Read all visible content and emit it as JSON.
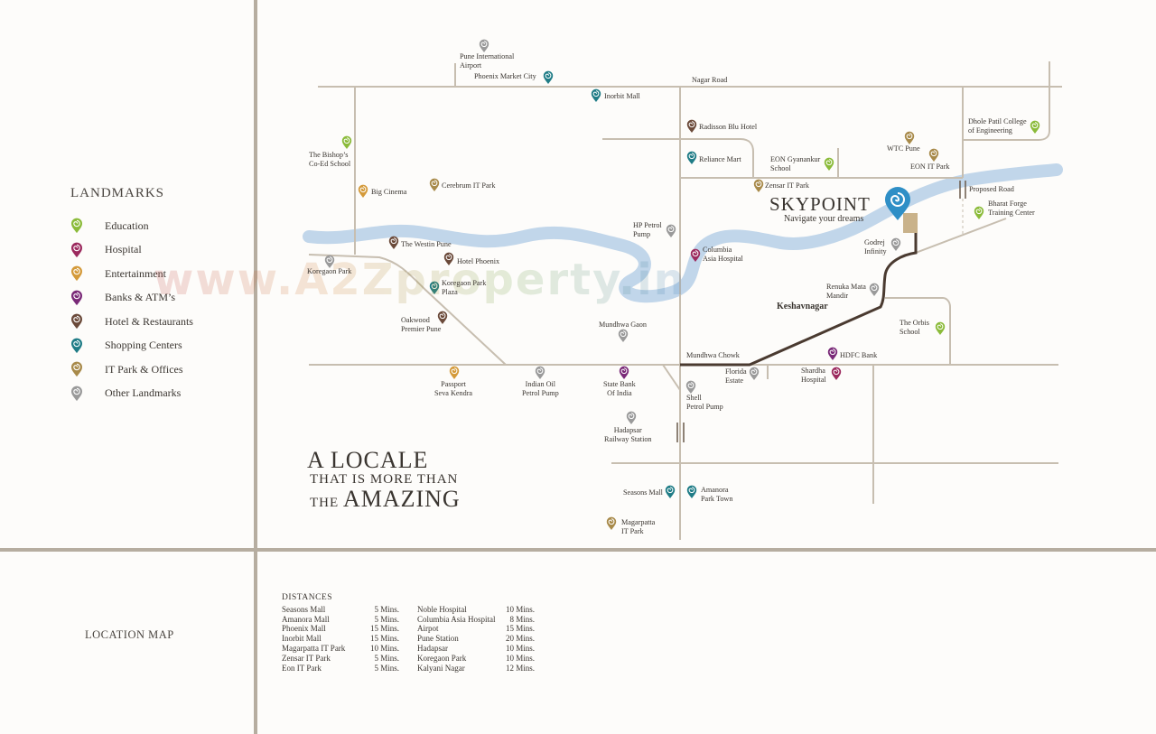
{
  "colors": {
    "education": "#8bbb3a",
    "hospital": "#9c2a5e",
    "entertainment": "#d49a3a",
    "banks": "#7a2a78",
    "hotel": "#6b4a3a",
    "shopping": "#1f7c86",
    "itpark": "#a88a4a",
    "other": "#9a9a9a",
    "road": "#c7beb0",
    "river": "#8fb6dd",
    "route": "#4a3a30"
  },
  "legend": {
    "title": "LANDMARKS",
    "items": [
      {
        "key": "education",
        "label": "Education"
      },
      {
        "key": "hospital",
        "label": "Hospital"
      },
      {
        "key": "entertainment",
        "label": "Entertainment"
      },
      {
        "key": "banks",
        "label": "Banks & ATM’s"
      },
      {
        "key": "hotel",
        "label": "Hotel & Restaurants"
      },
      {
        "key": "shopping",
        "label": "Shopping Centers"
      },
      {
        "key": "itpark",
        "label": "IT Park & Offices"
      },
      {
        "key": "other",
        "label": "Other Landmarks"
      }
    ]
  },
  "bottom_title": "LOCATION MAP",
  "distances": {
    "title": "DISTANCES",
    "col1": [
      {
        "place": "Seasons Mall",
        "time": "5 Mins."
      },
      {
        "place": "Amanora Mall",
        "time": "5 Mins."
      },
      {
        "place": "Phoenix Mall",
        "time": "15 Mins."
      },
      {
        "place": "Inorbit Mall",
        "time": "15 Mins."
      },
      {
        "place": "Magarpatta IT Park",
        "time": "10 Mins."
      },
      {
        "place": "Zensar IT Park",
        "time": "5 Mins."
      },
      {
        "place": "Eon IT Park",
        "time": "5 Mins."
      }
    ],
    "col2": [
      {
        "place": "Noble Hospital",
        "time": "10 Mins."
      },
      {
        "place": "Columbia Asia Hospital",
        "time": "8 Mins."
      },
      {
        "place": "Airpot",
        "time": "15 Mins."
      },
      {
        "place": "Pune Station",
        "time": "20 Mins."
      },
      {
        "place": "Hadapsar",
        "time": "10 Mins."
      },
      {
        "place": "Koregaon Park",
        "time": "10 Mins."
      },
      {
        "place": "Kalyani Nagar",
        "time": "12 Mins."
      }
    ]
  },
  "tagline": {
    "line1": "A LOCALE",
    "line2": "THAT IS MORE THAN",
    "line3_prefix": "THE ",
    "line3_big": "AMAZING"
  },
  "brand": {
    "name": "SKYPOINT",
    "subtitle": "Navigate your dreams"
  },
  "watermark": "www.A2Zproperty.in",
  "roads": {
    "nagar_road": "Nagar Road",
    "proposed_road": "Proposed Road",
    "mundhwa_chowk": "Mundhwa Chowk",
    "keshavnagar": "Keshavnagar"
  },
  "landmarks": [
    {
      "id": "pune-airport",
      "text": "Pune International\nAirport",
      "type": "other"
    },
    {
      "id": "phoenix-market-city",
      "text": "Phoenix Market City",
      "type": "shopping"
    },
    {
      "id": "inorbit-mall",
      "text": "Inorbit Mall",
      "type": "shopping"
    },
    {
      "id": "radisson-blu",
      "text": "Radisson Blu Hotel",
      "type": "hotel"
    },
    {
      "id": "reliance-mart",
      "text": "Reliance Mart",
      "type": "shopping"
    },
    {
      "id": "eon-gyanankur",
      "text": "EON Gyanankur\nSchool",
      "type": "education"
    },
    {
      "id": "wtc-pune",
      "text": "WTC Pune",
      "type": "itpark"
    },
    {
      "id": "eon-it-park",
      "text": "EON IT Park",
      "type": "itpark"
    },
    {
      "id": "dhole-patil",
      "text": "Dhole Patil College\nof Engineering",
      "type": "education"
    },
    {
      "id": "bishops-school",
      "text": "The Bishop’s\nCo-Ed School",
      "type": "education"
    },
    {
      "id": "big-cinema",
      "text": "Big Cinema",
      "type": "entertainment"
    },
    {
      "id": "cerebrum-it-park",
      "text": "Cerebrum IT Park",
      "type": "itpark"
    },
    {
      "id": "zensar-it-park",
      "text": "Zensar IT Park",
      "type": "itpark"
    },
    {
      "id": "hp-petrol-pump",
      "text": "HP Petrol\nPump",
      "type": "other"
    },
    {
      "id": "bharat-forge",
      "text": "Bharat Forge\nTraining Center",
      "type": "education"
    },
    {
      "id": "westin-pune",
      "text": "The Westin Pune",
      "type": "hotel"
    },
    {
      "id": "hotel-phoenix",
      "text": "Hotel Phoenix",
      "type": "hotel"
    },
    {
      "id": "columbia-asia",
      "text": "Columbia\nAsia Hospital",
      "type": "hospital"
    },
    {
      "id": "godrej-infinity",
      "text": "Godrej\nInfinity",
      "type": "other"
    },
    {
      "id": "koregaon-park",
      "text": "Koregaon Park",
      "type": "other"
    },
    {
      "id": "koregaon-park-plaza",
      "text": "Koregaon Park\nPlaza",
      "type": "shopping"
    },
    {
      "id": "renuka-mata",
      "text": "Renuka Mata\nMandir",
      "type": "other"
    },
    {
      "id": "oakwood",
      "text": "Oakwood\nPremier Pune",
      "type": "hotel"
    },
    {
      "id": "mundhwa-gaon",
      "text": "Mundhwa Gaon",
      "type": "other"
    },
    {
      "id": "orbis-school",
      "text": "The Orbis\nSchool",
      "type": "education"
    },
    {
      "id": "hdfc-bank",
      "text": "HDFC Bank",
      "type": "banks"
    },
    {
      "id": "passport-seva",
      "text": "Passport\nSeva Kendra",
      "type": "entertainment"
    },
    {
      "id": "indian-oil",
      "text": "Indian Oil\nPetrol Pump",
      "type": "other"
    },
    {
      "id": "sbi",
      "text": "State Bank\nOf India",
      "type": "banks"
    },
    {
      "id": "florida-estate",
      "text": "Florida\nEstate",
      "type": "other"
    },
    {
      "id": "shardha-hospital",
      "text": "Shardha\nHospital",
      "type": "hospital"
    },
    {
      "id": "shell-petrol",
      "text": "Shell\nPetrol Pump",
      "type": "other"
    },
    {
      "id": "hadapsar-station",
      "text": "Hadapsar\nRailway Station",
      "type": "other"
    },
    {
      "id": "seasons-mall",
      "text": "Seasons Mall",
      "type": "shopping"
    },
    {
      "id": "amanora",
      "text": "Amanora\nPark Town",
      "type": "shopping"
    },
    {
      "id": "magarpatta",
      "text": "Magarpatta\nIT Park",
      "type": "itpark"
    }
  ]
}
